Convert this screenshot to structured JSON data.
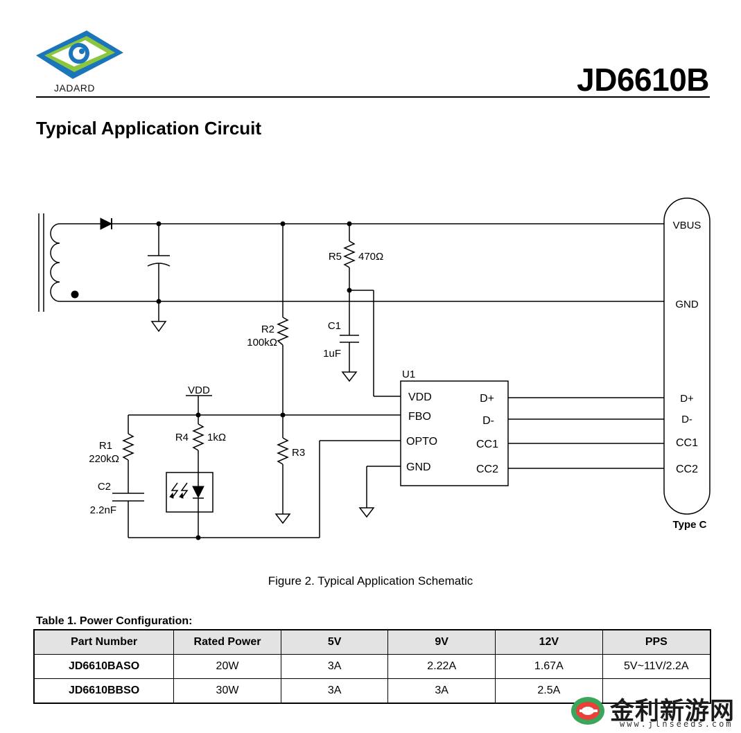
{
  "header": {
    "logo_text": "JADARD",
    "part_number": "JD6610B"
  },
  "section_title": "Typical Application Circuit",
  "schematic": {
    "components": {
      "r5": {
        "ref": "R5",
        "value": "470Ω"
      },
      "c1": {
        "ref": "C1",
        "value": "1uF"
      },
      "r2": {
        "ref": "R2",
        "value": "100kΩ"
      },
      "r1": {
        "ref": "R1",
        "value": "220kΩ"
      },
      "r4": {
        "ref": "R4",
        "value": "1kΩ"
      },
      "r3": {
        "ref": "R3"
      },
      "c2": {
        "ref": "C2",
        "value": "2.2nF"
      },
      "vdd_net": "VDD"
    },
    "ic": {
      "ref": "U1",
      "left_pins": [
        "VDD",
        "FBO",
        "OPTO",
        "GND"
      ],
      "right_pins": [
        "D+",
        "D-",
        "CC1",
        "CC2"
      ]
    },
    "connector": {
      "label": "Type C",
      "pins": [
        "VBUS",
        "GND",
        "D+",
        "D-",
        "CC1",
        "CC2"
      ]
    }
  },
  "figure_caption": "Figure 2. Typical Application Schematic",
  "table": {
    "title": "Table 1. Power Configuration:",
    "headers": [
      "Part Number",
      "Rated Power",
      "5V",
      "9V",
      "12V",
      "PPS"
    ],
    "rows": [
      [
        "JD6610BASO",
        "20W",
        "3A",
        "2.22A",
        "1.67A",
        "5V~11V/2.2A"
      ],
      [
        "JD6610BBSO",
        "30W",
        "3A",
        "3A",
        "2.5A",
        ""
      ]
    ]
  },
  "watermark": {
    "brand": "金利新游网",
    "url": "www.jlnseeds.com"
  },
  "colors": {
    "logo_blue": "#1b75bb",
    "logo_green": "#8cc63f",
    "table_header_bg": "#e3e3e3"
  }
}
